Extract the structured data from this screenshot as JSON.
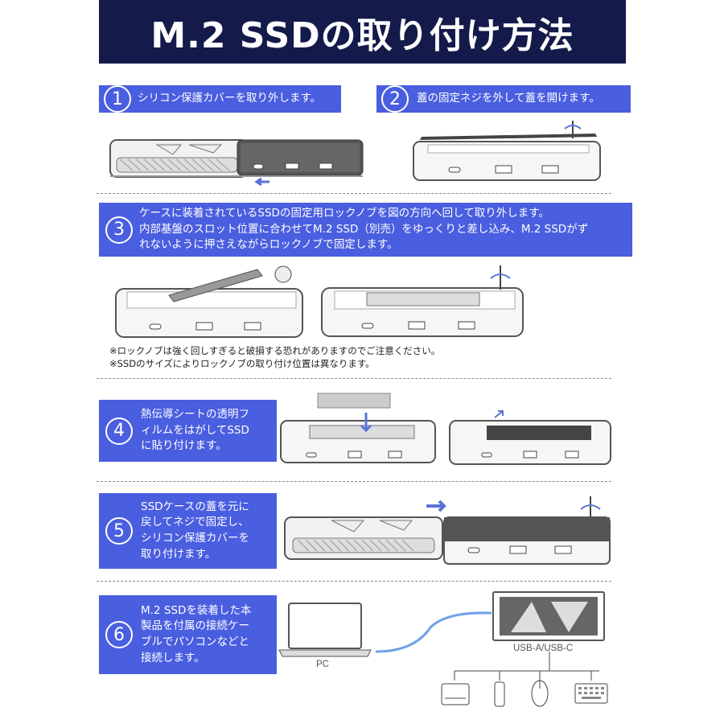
{
  "title": "M.2 SSDの取り付け方法",
  "steps": [
    {
      "num": "1",
      "text": "シリコン保護カバーを取り外します。"
    },
    {
      "num": "2",
      "text": "蓋の固定ネジを外して蓋を開けます。"
    },
    {
      "num": "3",
      "lines": [
        "ケースに装着されているSSDの固定用ロックノブを図の方向へ回して取り外します。",
        "内部基盤のスロット位置に合わせてM.2 SSD（別売）をゆっくりと差し込み、M.2 SSDがず",
        "れないように押さえながらロックノブで固定します。"
      ]
    },
    {
      "num": "4",
      "lines": [
        "熱伝導シートの透明フ",
        "ィルムをはがしてSSD",
        "に貼り付けます。"
      ]
    },
    {
      "num": "5",
      "lines": [
        "SSDケースの蓋を元に",
        "戻してネジで固定し、",
        "シリコン保護カバーを",
        "取り付けます。"
      ]
    },
    {
      "num": "6",
      "lines": [
        "M.2 SSDを装着した本",
        "製品を付属の接続ケー",
        "ブルでパソコンなどと",
        "接続します。"
      ]
    }
  ],
  "notes": [
    "※ロックノブは強く回しすぎると破損する恐れがありますのでご注意ください。",
    "※SSDのサイズによりロックノブの取り付け位置は異なります。"
  ],
  "labels": {
    "pc": "PC",
    "usb": "USB-A/USB-C"
  },
  "colors": {
    "title_bg": "#141a4a",
    "step_bg": "#4a5ee0",
    "arrow": "#5b73d8"
  },
  "icons": [
    "arrow-left-icon",
    "arrow-down-icon",
    "arrow-right-icon",
    "rotate-icon",
    "hard-drive-icon",
    "usb-stick-icon",
    "mouse-icon",
    "keyboard-icon",
    "laptop-icon"
  ]
}
